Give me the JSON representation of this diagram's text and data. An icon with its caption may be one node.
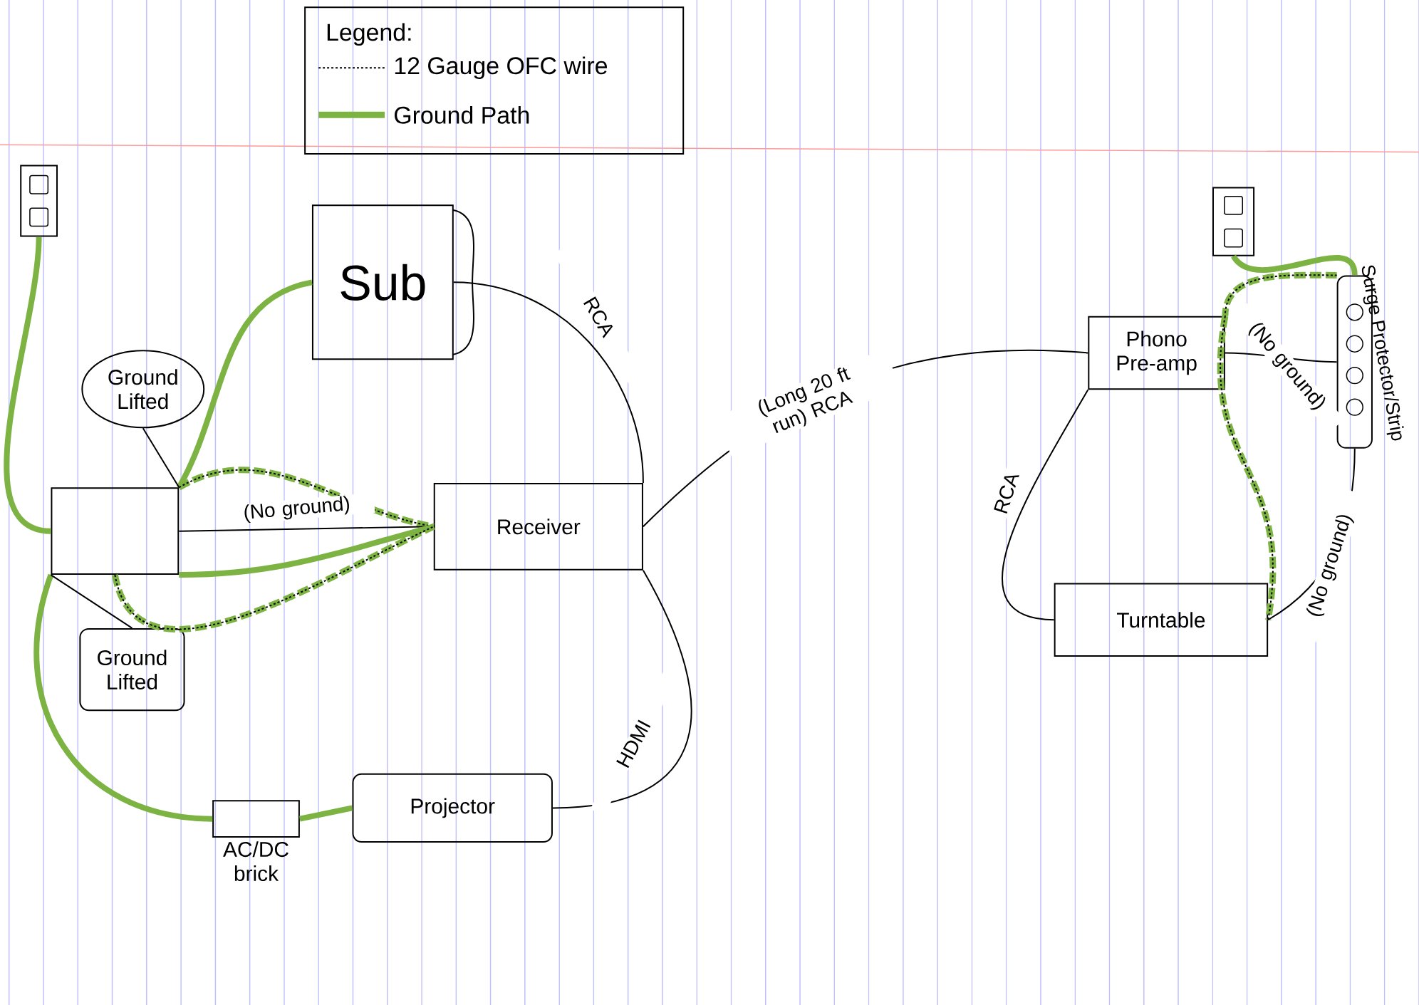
{
  "diagram": {
    "nodes": [
      {
        "text": [],
        "shape": "picture"
      },
      {
        "text": [
          "Sub"
        ]
      },
      {
        "text": [
          "Ground Lifted"
        ]
      },
      {
        "text": [],
        "shape": "box"
      },
      {
        "text": [
          "Receiver"
        ]
      },
      {
        "text": [
          "Ground Lifted"
        ]
      },
      {
        "text": [
          "AC/DC brick"
        ]
      },
      {
        "text": [
          "Projector"
        ]
      },
      {
        "text": [],
        "shape": "picture"
      },
      {
        "text": [
          "Surge Protector/Strip"
        ]
      },
      {
        "text": [
          "Phono Pre-amp"
        ]
      },
      {
        "text": [
          "Turntable"
        ]
      }
    ],
    "edges": [
      {
        "from": 0,
        "to": 3,
        "arrow": "none",
        "color": "#7cb342"
      },
      {
        "from": 1,
        "to": 3,
        "arrow": "none",
        "color": "#7cb342"
      },
      {
        "from": 1,
        "to": 4,
        "arrow": "none",
        "label": "RCA",
        "color": "#000000"
      },
      {
        "from": 3,
        "to": 4,
        "arrow": "none",
        "style": "dashed",
        "color": "#7cb342"
      },
      {
        "from": 3,
        "to": 4,
        "arrow": "none",
        "label": "(No ground)",
        "color": "#000000"
      },
      {
        "from": 3,
        "to": 4,
        "arrow": "none",
        "color": "#7cb342"
      },
      {
        "from": 3,
        "to": 4,
        "arrow": "none",
        "style": "dashed",
        "color": "#7cb342"
      },
      {
        "from": 3,
        "to": 6,
        "arrow": "none",
        "color": "#7cb342"
      },
      {
        "from": 6,
        "to": 7,
        "arrow": "none",
        "color": "#7cb342"
      },
      {
        "from": 7,
        "to": 4,
        "arrow": "none",
        "label": "HDMI",
        "color": "#000000"
      },
      {
        "from": 4,
        "to": 10,
        "arrow": "none",
        "label": "(Long 20 ft run) RCA",
        "color": "#000000"
      },
      {
        "from": 8,
        "to": 9,
        "arrow": "none",
        "color": "#7cb342"
      },
      {
        "from": 9,
        "to": 10,
        "arrow": "none",
        "style": "dashed",
        "color": "#7cb342"
      },
      {
        "from": 10,
        "to": 11,
        "arrow": "none",
        "style": "dashed",
        "color": "#7cb342"
      },
      {
        "from": 10,
        "to": 9,
        "arrow": "none",
        "label": "(No ground)",
        "color": "#000000"
      },
      {
        "from": 11,
        "to": 9,
        "arrow": "none",
        "label": "(No ground)",
        "color": "#000000"
      },
      {
        "from": 10,
        "to": 11,
        "arrow": "none",
        "label": "RCA",
        "color": "#000000"
      },
      {
        "from": 2,
        "to": 3,
        "arrow": "none",
        "color": "#000000"
      },
      {
        "from": 5,
        "to": 3,
        "arrow": "none",
        "color": "#000000"
      }
    ],
    "labels": [
      "Legend:"
    ],
    "legend": [
      {
        "text": "12 Gauge OFC wire"
      },
      {
        "text": "Ground Path"
      }
    ]
  }
}
